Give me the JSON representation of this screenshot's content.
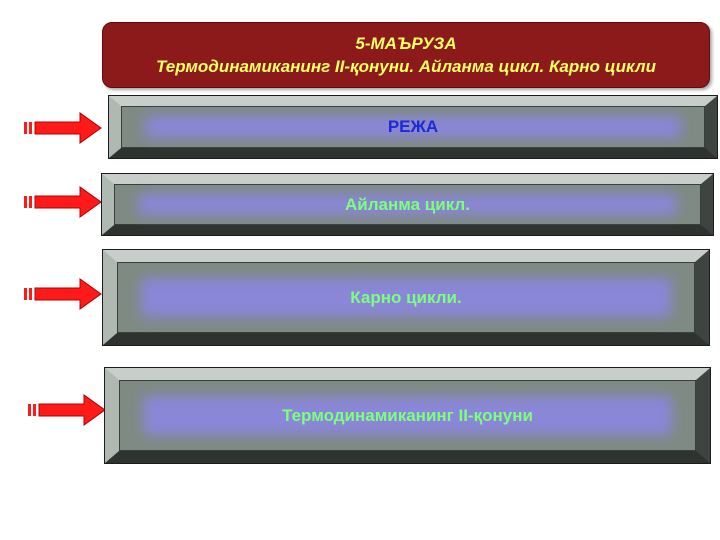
{
  "header": {
    "line1": "5-МАЪРУЗА",
    "line2": "Термодинамиканинг II-қонуни. Айланма цикл. Карно цикли"
  },
  "items": [
    {
      "label": "РЕЖА",
      "color": "#1a2bd6"
    },
    {
      "label": "Айланма цикл.",
      "color": "#7dff7d"
    },
    {
      "label": "Карно цикли.",
      "color": "#7dff7d"
    },
    {
      "label": "Термодинамиканинг II-қонуни",
      "color": "#7dff7d"
    }
  ],
  "colors": {
    "title_bg": "#8c1a1a",
    "title_text": "#ffff66",
    "arrow": "#ff1a1a"
  }
}
